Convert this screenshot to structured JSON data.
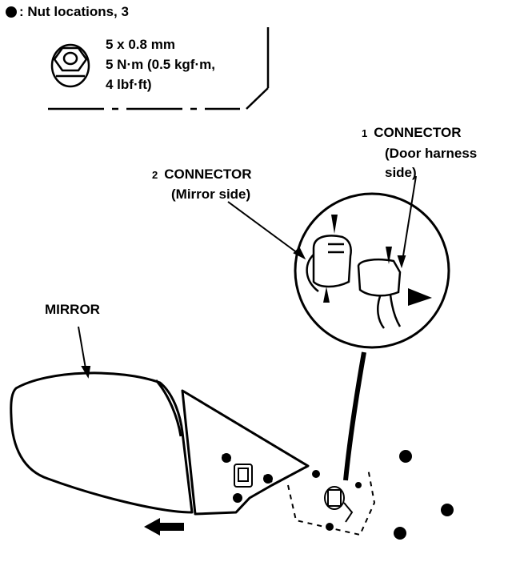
{
  "legend": {
    "title": ": Nut locations, 3",
    "spec_lines": [
      "5 x 0.8 mm",
      "5 N·m (0.5 kgf·m,",
      "4 lbf·ft)"
    ]
  },
  "callouts": {
    "c1": {
      "number": "1",
      "line1": "CONNECTOR",
      "line2": "(Door harness",
      "line3": "side)"
    },
    "c2": {
      "number": "2",
      "line1": "CONNECTOR",
      "line2": "(Mirror side)"
    },
    "mirror": "MIRROR"
  },
  "icons": [
    "nut-bullet-icon",
    "flange-nut-icon",
    "removal-direction-arrow-icon"
  ]
}
